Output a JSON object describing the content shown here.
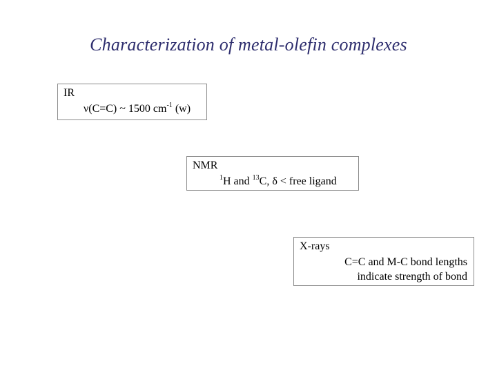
{
  "title": "Characterization of metal-olefin complexes",
  "ir": {
    "heading": "IR",
    "prefix": "ν(C=C) ~ 1500 cm",
    "sup": "-1",
    "suffix": " (w)"
  },
  "nmr": {
    "heading": "NMR",
    "sup1": "1",
    "h": "H and ",
    "sup2": "13",
    "c_rest": "C, δ < free ligand"
  },
  "xrays": {
    "heading": "X-rays",
    "line1": "C=C and M-C bond lengths",
    "line2": "indicate strength of bond"
  }
}
